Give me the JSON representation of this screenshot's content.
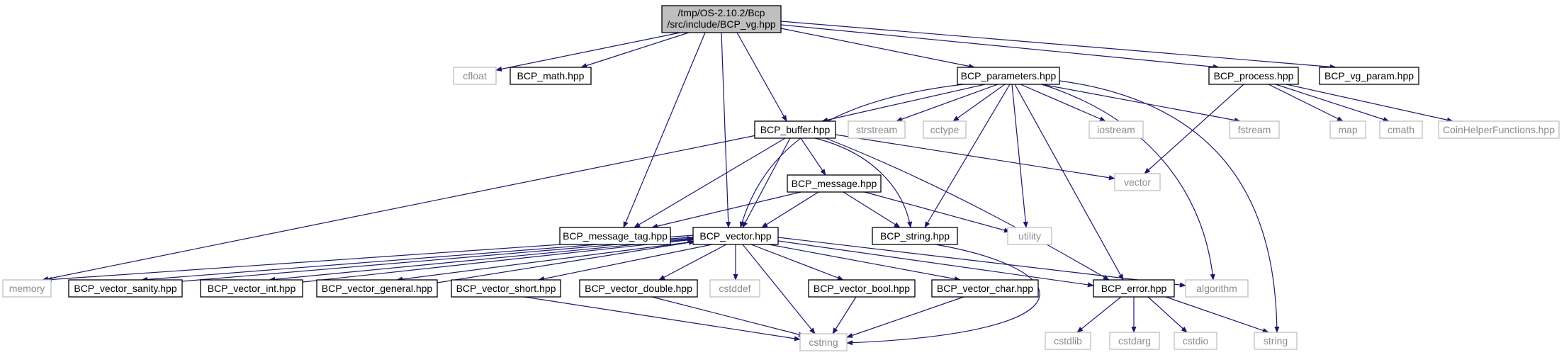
{
  "graph": {
    "root_line1": "/tmp/OS-2.10.2/Bcp",
    "root_line2": "/src/include/BCP_vg.hpp",
    "nodes": {
      "cfloat": "cfloat",
      "math": "BCP_math.hpp",
      "parameters": "BCP_parameters.hpp",
      "process": "BCP_process.hpp",
      "vg_param": "BCP_vg_param.hpp",
      "buffer": "BCP_buffer.hpp",
      "strstream": "strstream",
      "cctype": "cctype",
      "iostream": "iostream",
      "fstream": "fstream",
      "map": "map",
      "cmath": "cmath",
      "coinhelper": "CoinHelperFunctions.hpp",
      "vector_std": "vector",
      "message": "BCP_message.hpp",
      "message_tag": "BCP_message_tag.hpp",
      "bcp_vector": "BCP_vector.hpp",
      "bcp_string": "BCP_string.hpp",
      "utility": "utility",
      "memory": "memory",
      "vector_sanity": "BCP_vector_sanity.hpp",
      "vector_int": "BCP_vector_int.hpp",
      "vector_general": "BCP_vector_general.hpp",
      "vector_short": "BCP_vector_short.hpp",
      "vector_double": "BCP_vector_double.hpp",
      "cstddef": "cstddef",
      "vector_bool": "BCP_vector_bool.hpp",
      "vector_char": "BCP_vector_char.hpp",
      "error": "BCP_error.hpp",
      "algorithm": "algorithm",
      "cstring": "cstring",
      "cstdlib": "cstdlib",
      "cstdarg": "cstdarg",
      "cstdio": "cstdio",
      "string_std": "string"
    }
  },
  "colors": {
    "edge": "#191970",
    "project_border": "#000000",
    "system_border": "#bfbfbf",
    "root_fill": "#bfbfbf",
    "system_text": "#8c8c8c"
  }
}
